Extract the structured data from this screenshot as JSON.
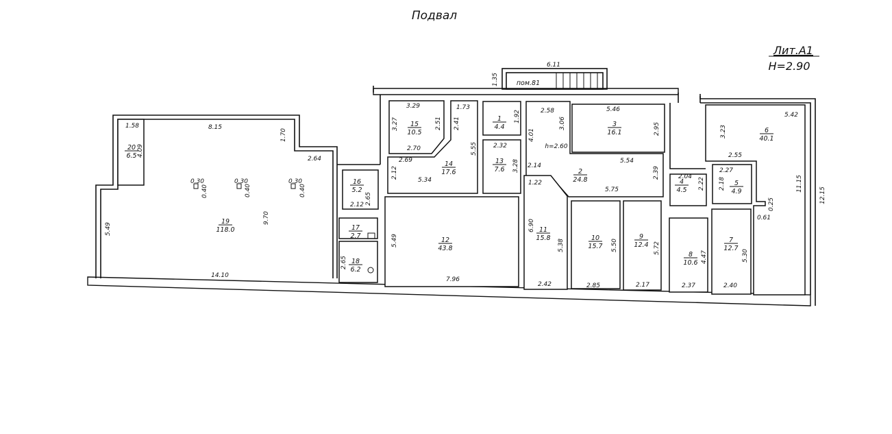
{
  "title": "Подвал",
  "litera": "Лит.А1",
  "height_label": "H=2.90",
  "adjacent_room": "пом.81",
  "rooms": [
    {
      "number": "1",
      "area": "4.4"
    },
    {
      "number": "2",
      "area": "24.8"
    },
    {
      "number": "3",
      "area": "16.1"
    },
    {
      "number": "4",
      "area": "4.5"
    },
    {
      "number": "5",
      "area": "4.9"
    },
    {
      "number": "6",
      "area": "40.1"
    },
    {
      "number": "7",
      "area": "12.7"
    },
    {
      "number": "8",
      "area": "10.6"
    },
    {
      "number": "9",
      "area": "12.4"
    },
    {
      "number": "10",
      "area": "15.7"
    },
    {
      "number": "11",
      "area": "15.8"
    },
    {
      "number": "12",
      "area": "43.8"
    },
    {
      "number": "13",
      "area": "7.6"
    },
    {
      "number": "14",
      "area": "17.6"
    },
    {
      "number": "15",
      "area": "10.5"
    },
    {
      "number": "16",
      "area": "5.2"
    },
    {
      "number": "17",
      "area": "2.7"
    },
    {
      "number": "18",
      "area": "6.2"
    },
    {
      "number": "19",
      "area": "118.0"
    },
    {
      "number": "20",
      "area": "6.5"
    }
  ],
  "dimensions": [
    "1.58",
    "4.09",
    "8.15",
    "1.70",
    "2.64",
    "0.30",
    "0.40",
    "0.30",
    "0.40",
    "0.30",
    "0.40",
    "9.70",
    "5.49",
    "14.10",
    "2.65",
    "2.12",
    "2.65",
    "3.29",
    "3.27",
    "2.51",
    "2.70",
    "2.41",
    "1.73",
    "5.55",
    "2.69",
    "2.12",
    "5.34",
    "2.32",
    "3.28",
    "1.92",
    "4.01",
    "2.58",
    "3.06",
    "h=2.60",
    "5.46",
    "2.95",
    "2.14",
    "1.22",
    "5.54",
    "2.39",
    "5.75",
    "6.90",
    "5.38",
    "2.42",
    "5.49",
    "7.96",
    "5.50",
    "2.85",
    "5.72",
    "2.17",
    "6.11",
    "1.35",
    "5.42",
    "3.23",
    "2.55",
    "2.27",
    "2.18",
    "2.04",
    "2.22",
    "0.25",
    "0.61",
    "11.15",
    "12.15",
    "4.47",
    "2.37",
    "5.30",
    "2.40"
  ]
}
